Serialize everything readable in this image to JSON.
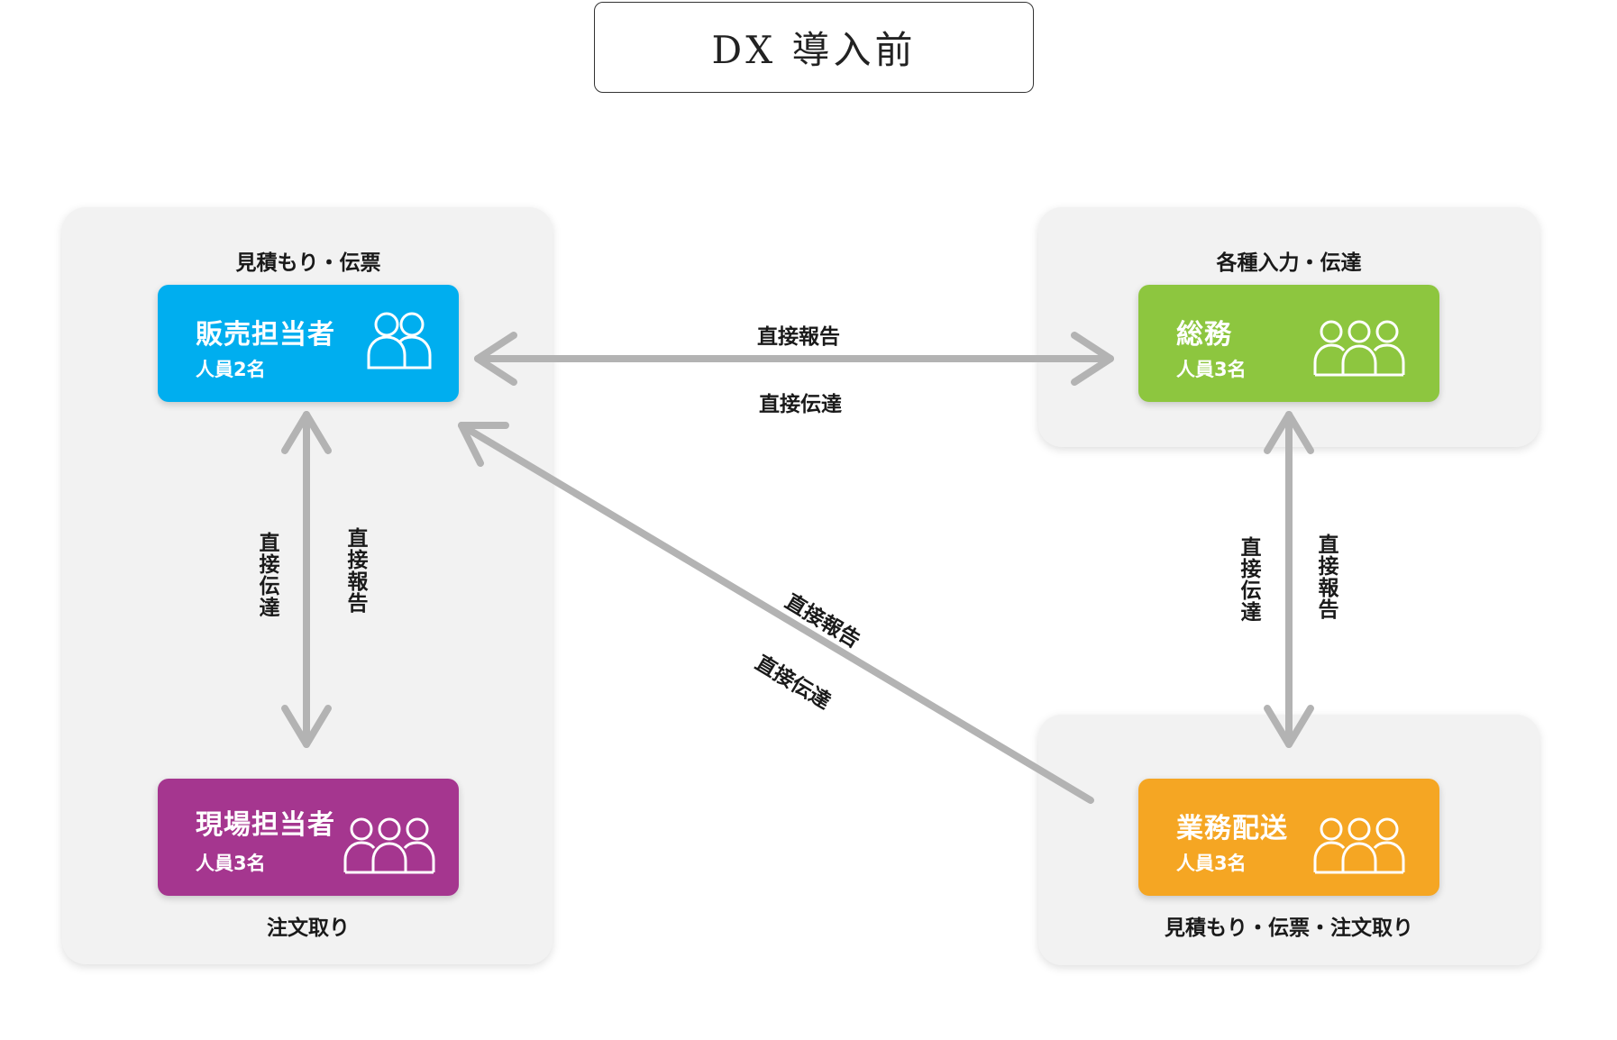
{
  "title": "DX 導入前",
  "panels": {
    "left": {
      "top_caption": "見積もり・伝票",
      "bottom_caption": "注文取り"
    },
    "top_right": {
      "top_caption": "各種入力・伝達"
    },
    "bottom_right": {
      "bottom_caption": "見積もり・伝票・注文取り"
    }
  },
  "cards": {
    "sales": {
      "name": "販売担当者",
      "count": "人員2名",
      "color": "#00aeef",
      "icon": "two-people-icon"
    },
    "general": {
      "name": "総務",
      "count": "人員3名",
      "color": "#8dc63f",
      "icon": "three-people-icon"
    },
    "field": {
      "name": "現場担当者",
      "count": "人員3名",
      "color": "#a5368f",
      "icon": "three-people-icon"
    },
    "delivery": {
      "name": "業務配送",
      "count": "人員3名",
      "color": "#f5a623",
      "icon": "three-people-icon"
    }
  },
  "arrow_color": "#b3b3b3",
  "links": {
    "sales_general": {
      "upper": "直接報告",
      "lower": "直接伝達"
    },
    "sales_field": {
      "left": "直接伝達",
      "right": "直接報告"
    },
    "general_delivery": {
      "left": "直接伝達",
      "right": "直接報告"
    },
    "delivery_sales": {
      "upper": "直接報告",
      "lower": "直接伝達"
    }
  }
}
